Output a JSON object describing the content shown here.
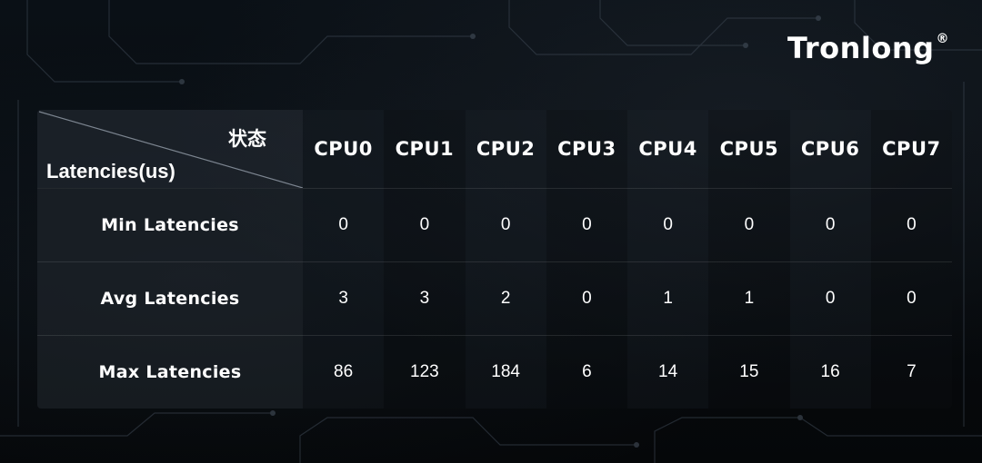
{
  "brand": {
    "name": "Tronlong",
    "trademark": "®"
  },
  "table": {
    "corner_top": "状态",
    "corner_bottom": "Latencies(us)",
    "columns": [
      "CPU0",
      "CPU1",
      "CPU2",
      "CPU3",
      "CPU4",
      "CPU5",
      "CPU6",
      "CPU7"
    ],
    "rows": [
      {
        "label": "Min Latencies",
        "values": [
          "0",
          "0",
          "0",
          "0",
          "0",
          "0",
          "0",
          "0"
        ]
      },
      {
        "label": "Avg Latencies",
        "values": [
          "3",
          "3",
          "2",
          "0",
          "1",
          "1",
          "0",
          "0"
        ]
      },
      {
        "label": "Max Latencies",
        "values": [
          "86",
          "123",
          "184",
          "6",
          "14",
          "15",
          "16",
          "7"
        ]
      }
    ]
  }
}
